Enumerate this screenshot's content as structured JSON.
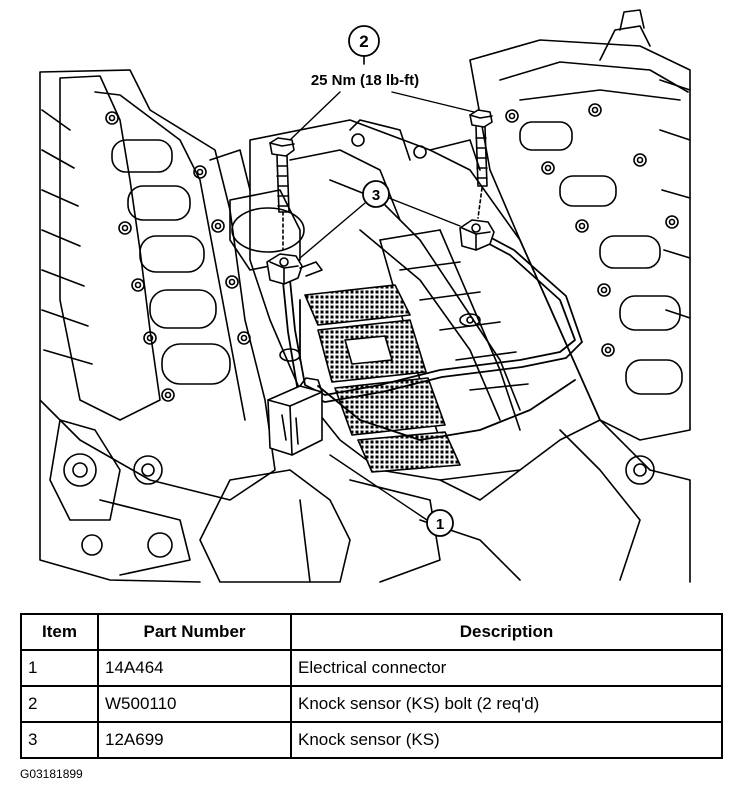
{
  "callouts": [
    {
      "number": "1"
    },
    {
      "number": "2",
      "spec": "25 Nm (18 lb-ft)"
    },
    {
      "number": "3"
    }
  ],
  "parts_table": {
    "headers": {
      "item": "Item",
      "part_number": "Part Number",
      "description": "Description"
    },
    "rows": [
      {
        "item": "1",
        "part_number": "14A464",
        "description": "Electrical connector"
      },
      {
        "item": "2",
        "part_number": "W500110",
        "description": "Knock sensor (KS) bolt (2 req'd)"
      },
      {
        "item": "3",
        "part_number": "12A699",
        "description": "Knock sensor (KS)"
      }
    ]
  },
  "figure_id": "G03181899"
}
